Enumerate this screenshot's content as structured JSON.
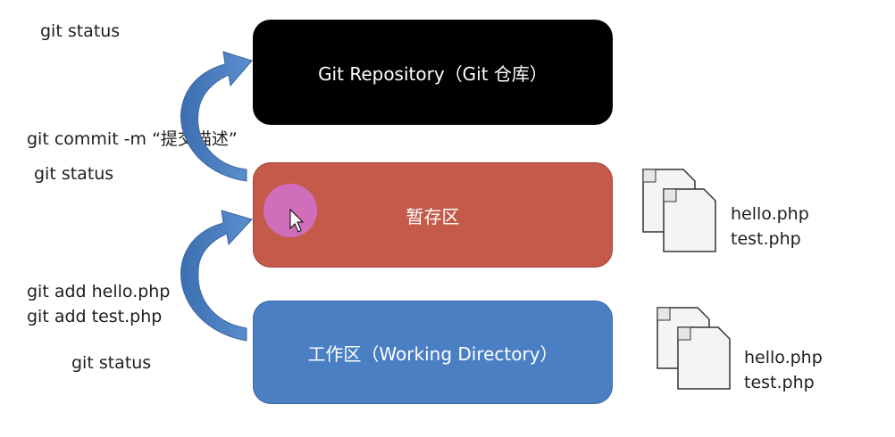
{
  "commands": {
    "status_top": "git status",
    "commit": "git commit -m “提交描述”",
    "status_mid": "git status",
    "add_hello": "git add hello.php",
    "add_test": "git add test.php",
    "status_bottom": "git status"
  },
  "boxes": {
    "repository": "Git Repository（Git 仓库）",
    "staging": "暂存区",
    "working": "工作区（Working Directory）"
  },
  "staging_files": {
    "file1": "hello.php",
    "file2": "test.php"
  },
  "working_files": {
    "file1": "hello.php",
    "file2": "test.php"
  },
  "colors": {
    "repository": "#000000",
    "staging": "#c55a4a",
    "working": "#4a7fc4",
    "arrow": "#4a7fc4",
    "cursor_highlight": "#d070c8"
  }
}
